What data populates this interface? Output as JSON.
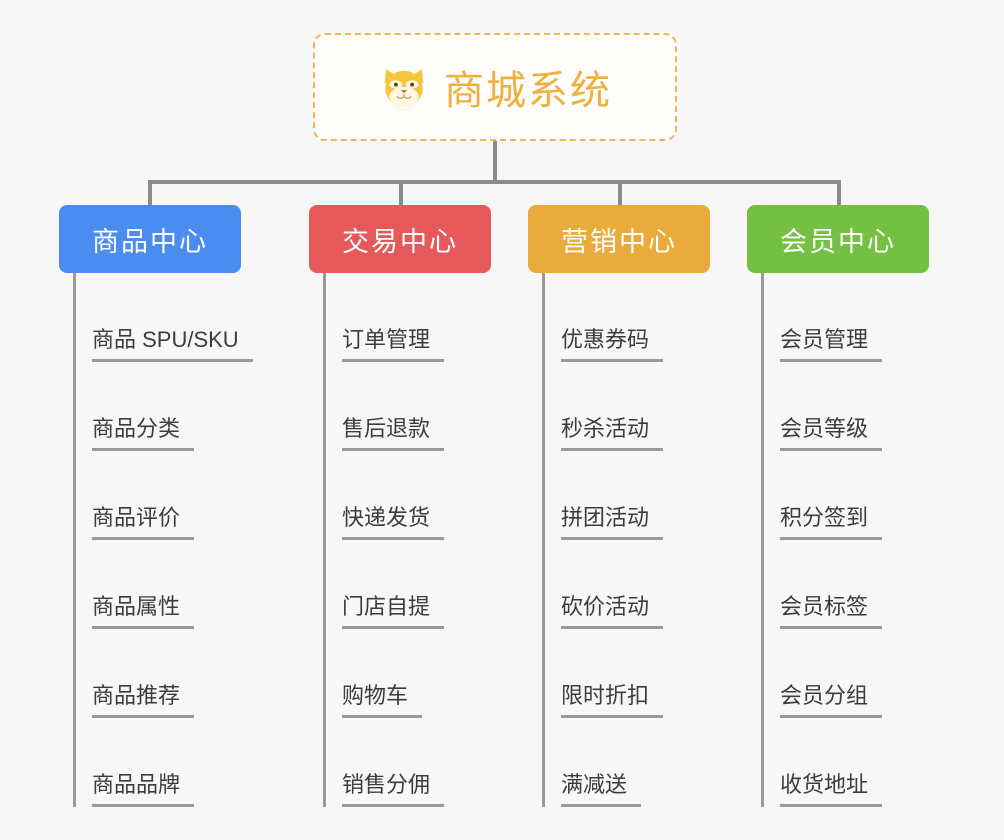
{
  "page": {
    "background_color": "#f7f7f7",
    "type": "mind-map"
  },
  "root": {
    "title": "商城系统",
    "icon": "shiba-dog-face-icon",
    "text_color": "#eeb03f",
    "border_color": "#efb654",
    "background_color": "#fdfdfc"
  },
  "connector": {
    "color": "#8b8b8b"
  },
  "branches": [
    {
      "label": "商品中心",
      "color": "#4a8cf0",
      "items": [
        "商品 SPU/SKU",
        "商品分类",
        "商品评价",
        "商品属性",
        "商品推荐",
        "商品品牌"
      ]
    },
    {
      "label": "交易中心",
      "color": "#e6585a",
      "items": [
        "订单管理",
        "售后退款",
        "快递发货",
        "门店自提",
        "购物车",
        "销售分佣"
      ]
    },
    {
      "label": "营销中心",
      "color": "#e8ab3c",
      "items": [
        "优惠券码",
        "秒杀活动",
        "拼团活动",
        "砍价活动",
        "限时折扣",
        "满减送"
      ]
    },
    {
      "label": "会员中心",
      "color": "#74c043",
      "items": [
        "会员管理",
        "会员等级",
        "积分签到",
        "会员标签",
        "会员分组",
        "收货地址"
      ]
    }
  ]
}
